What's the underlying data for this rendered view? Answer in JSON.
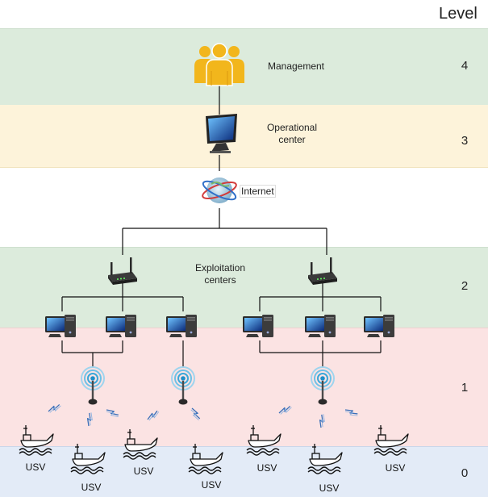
{
  "header": {
    "level_title": "Level"
  },
  "levels": [
    {
      "number": "4",
      "color": "#dcebdc",
      "border": "#cfe0cf"
    },
    {
      "number": "3",
      "color": "#fdf3da",
      "border": "#f1e3bd"
    },
    {
      "number": "2",
      "color": "#dcebdc",
      "border": "#cfe0cf"
    },
    {
      "number": "1",
      "color": "#fbe3e3",
      "border": "#f0cfcf"
    },
    {
      "number": "0",
      "color": "#e3ebf7",
      "border": "#c9d6ea"
    }
  ],
  "nodes": {
    "management_label": "Management",
    "operational_label_line1": "Operational",
    "operational_label_line2": "center",
    "internet_label": "Internet",
    "exploitation_label_line1": "Exploitation",
    "exploitation_label_line2": "centers"
  },
  "usv_label": "USV",
  "colors": {
    "management_icon": "#f2b61c",
    "line": "#111111",
    "antenna": "#3aa7d8",
    "wireless": "#3a6fb8"
  },
  "icons": {
    "management": "people-group-icon",
    "operational": "monitor-icon",
    "internet": "globe-network-icon",
    "router": "wireless-router-icon",
    "computer": "desktop-computer-icon",
    "antenna": "antenna-tower-icon",
    "wireless": "lightning-signal-icon",
    "boat": "usv-boat-icon"
  }
}
